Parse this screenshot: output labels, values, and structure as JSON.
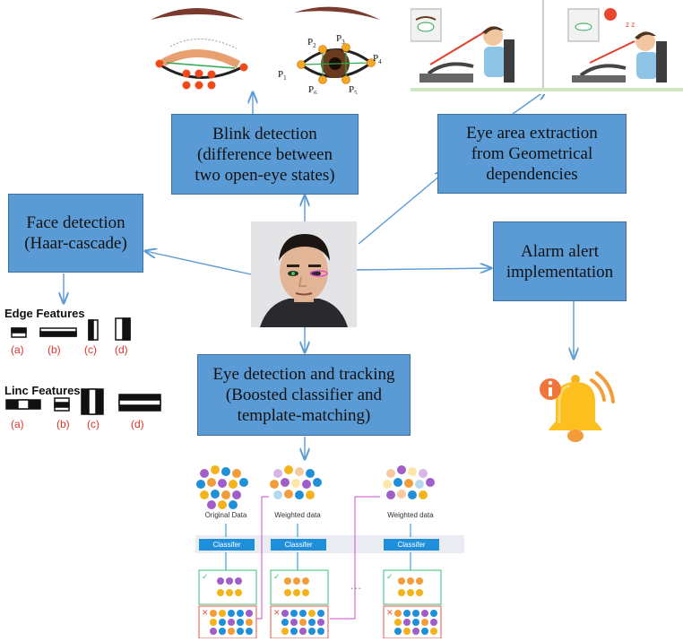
{
  "boxes": {
    "blink": {
      "lines": [
        "Blink detection",
        "(difference between",
        "two open-eye states)"
      ]
    },
    "eye_area": {
      "lines": [
        "Eye area extraction",
        "from Geometrical",
        "dependencies"
      ]
    },
    "face": {
      "lines": [
        "Face detection",
        "(Haar-cascade)"
      ]
    },
    "alarm": {
      "lines": [
        "Alarm alert",
        "implementation"
      ]
    },
    "eye_detect": {
      "lines": [
        "Eye detection and tracking",
        "(Boosted classifier and",
        "template-matching)"
      ]
    }
  },
  "eye_landmarks": [
    "P",
    "P",
    "P",
    "P",
    "P",
    "P"
  ],
  "eye_landmark_subs": [
    "1",
    "2",
    "3",
    "4",
    "5",
    "6"
  ],
  "edge_features": {
    "title": "Edge Features",
    "labels": [
      "(a)",
      "(b)",
      "(c)",
      "(d)"
    ]
  },
  "line_features": {
    "title": "Linc Features",
    "labels": [
      "(a)",
      "(b)",
      "(c)",
      "(d)"
    ]
  },
  "boosting": {
    "data_labels": [
      "Original Data",
      "Weighted data",
      "Weighted data"
    ],
    "classifier_label": "Classifer",
    "ellipsis": "···"
  },
  "colors": {
    "box_fill": "#5b9bd5",
    "box_border": "#41719c",
    "arrow": "#5b9bd5",
    "feature_label": "#d9342b",
    "classifier_bar": "#1e8fd8",
    "correct": "#3bbf7a",
    "wrong": "#e0574a"
  }
}
